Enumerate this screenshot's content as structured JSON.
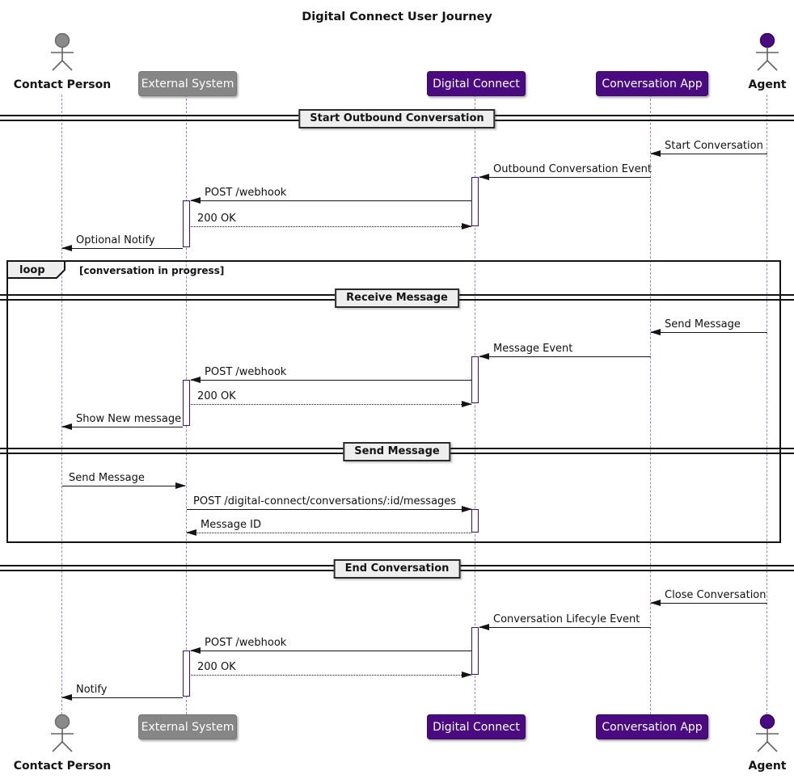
{
  "title": "Digital Connect User Journey",
  "colors": {
    "purple": "#4B0B80",
    "gray": "#868686",
    "lifeline": "#A87FC6",
    "divider_fill": "#EEEEEE",
    "line": "#141414"
  },
  "participants": [
    {
      "id": "contact-person",
      "label": "Contact Person",
      "type": "actor",
      "color": "gray"
    },
    {
      "id": "external-system",
      "label": "External System",
      "type": "box",
      "color": "gray"
    },
    {
      "id": "digital-connect",
      "label": "Digital Connect",
      "type": "box",
      "color": "purple"
    },
    {
      "id": "conversation-app",
      "label": "Conversation App",
      "type": "box",
      "color": "purple"
    },
    {
      "id": "agent",
      "label": "Agent",
      "type": "actor",
      "color": "purple"
    }
  ],
  "dividers": [
    {
      "label": "Start Outbound Conversation"
    },
    {
      "label": "Receive Message"
    },
    {
      "label": "Send Message"
    },
    {
      "label": "End Conversation"
    }
  ],
  "loop": {
    "keyword": "loop",
    "guard": "[conversation in progress]"
  },
  "messages": [
    {
      "label": "Start Conversation",
      "from": "agent",
      "to": "conversation-app",
      "style": "solid"
    },
    {
      "label": "Outbound Conversation Event",
      "from": "conversation-app",
      "to": "digital-connect",
      "style": "solid"
    },
    {
      "label": "POST /webhook",
      "from": "digital-connect",
      "to": "external-system",
      "style": "solid"
    },
    {
      "label": "200 OK",
      "from": "external-system",
      "to": "digital-connect",
      "style": "dotted"
    },
    {
      "label": "Optional Notify",
      "from": "external-system",
      "to": "contact-person",
      "style": "solid"
    },
    {
      "label": "Send Message",
      "from": "agent",
      "to": "conversation-app",
      "style": "solid"
    },
    {
      "label": "Message Event",
      "from": "conversation-app",
      "to": "digital-connect",
      "style": "solid"
    },
    {
      "label": "POST /webhook",
      "from": "digital-connect",
      "to": "external-system",
      "style": "solid"
    },
    {
      "label": "200 OK",
      "from": "external-system",
      "to": "digital-connect",
      "style": "dotted"
    },
    {
      "label": "Show New message",
      "from": "external-system",
      "to": "contact-person",
      "style": "solid"
    },
    {
      "label": "Send Message",
      "from": "contact-person",
      "to": "external-system",
      "style": "solid"
    },
    {
      "label": "POST /digital-connect/conversations/:id/messages",
      "from": "external-system",
      "to": "digital-connect",
      "style": "solid"
    },
    {
      "label": "Message ID",
      "from": "digital-connect",
      "to": "external-system",
      "style": "dotted"
    },
    {
      "label": "Close Conversation",
      "from": "agent",
      "to": "conversation-app",
      "style": "solid"
    },
    {
      "label": "Conversation Lifecyle Event",
      "from": "conversation-app",
      "to": "digital-connect",
      "style": "solid"
    },
    {
      "label": "POST /webhook",
      "from": "digital-connect",
      "to": "external-system",
      "style": "solid"
    },
    {
      "label": "200 OK",
      "from": "external-system",
      "to": "digital-connect",
      "style": "dotted"
    },
    {
      "label": "Notify",
      "from": "external-system",
      "to": "contact-person",
      "style": "solid"
    }
  ]
}
